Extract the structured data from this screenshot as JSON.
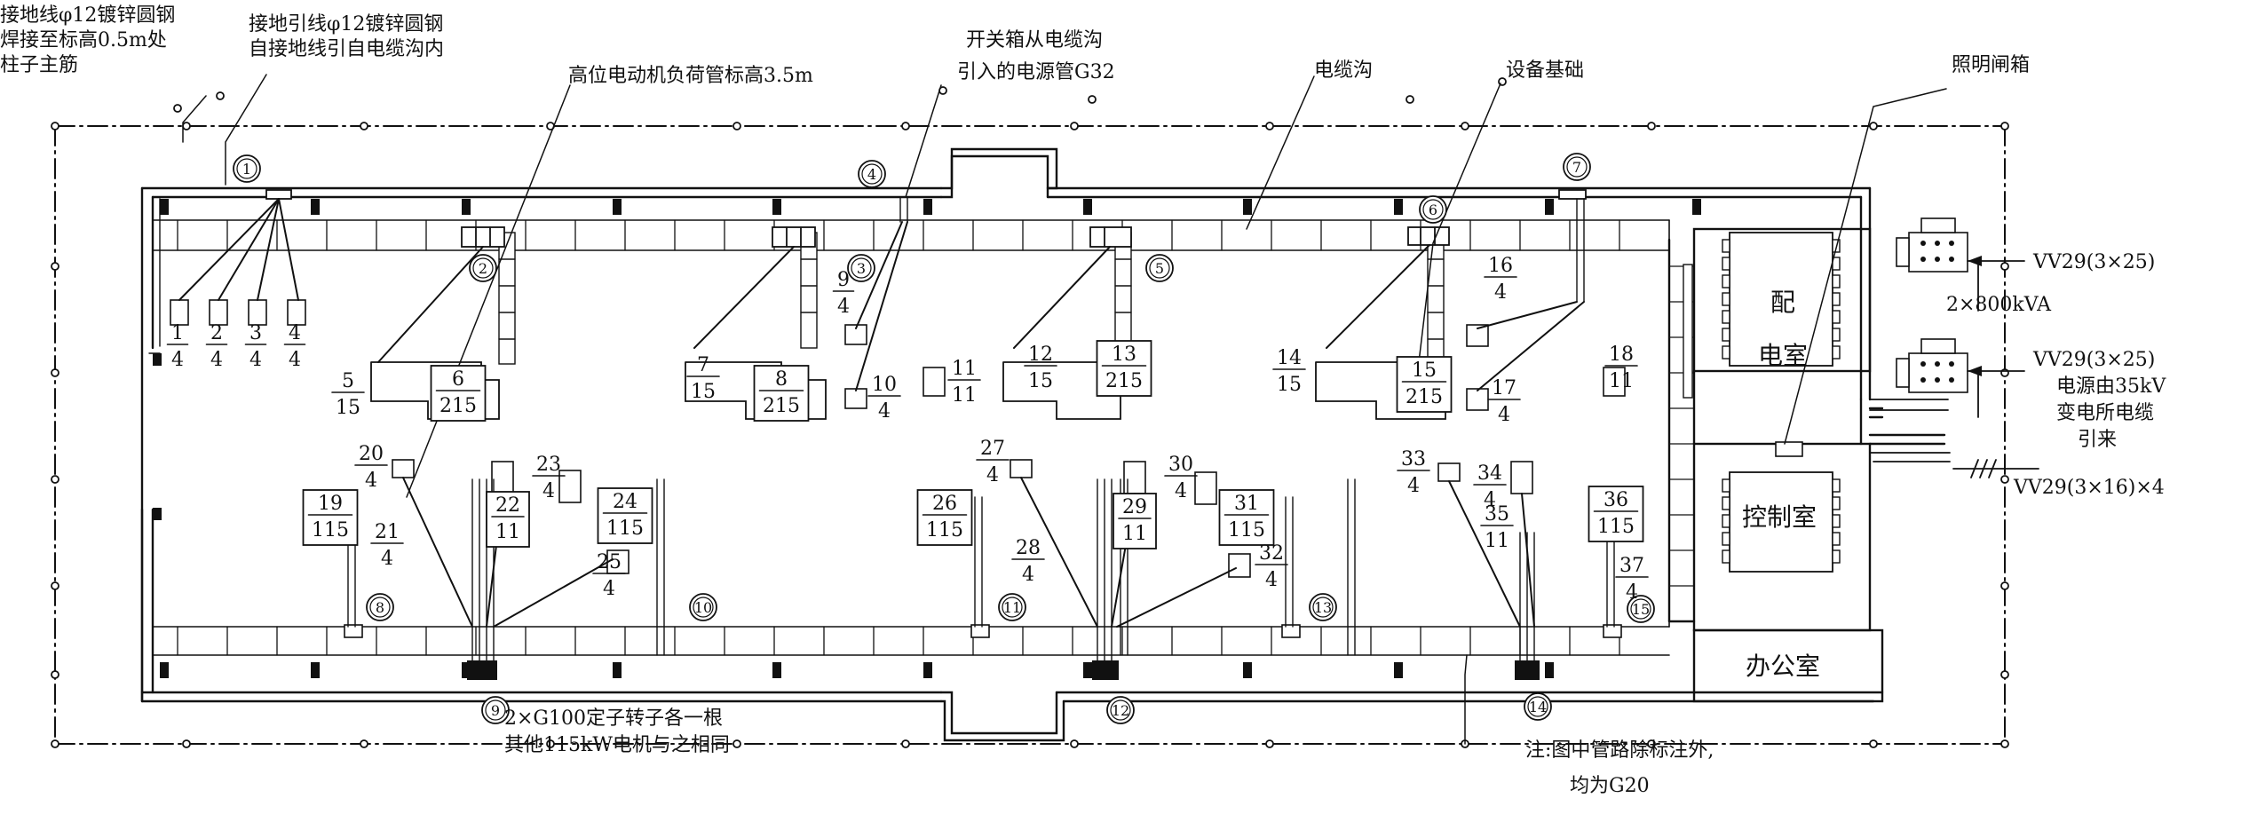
{
  "notes": {
    "ground_wire": [
      "接地线φ12镀锌圆钢",
      "焊接至标高0.5m处",
      "柱子主筋"
    ],
    "ground_lead": [
      "接地引线φ12镀锌圆钢",
      "自接地线引自电缆沟内"
    ],
    "high_motor": "高位电动机负荷管标高3.5m",
    "switch_box": [
      "开关箱从电缆沟",
      "引入的电源管G32"
    ],
    "cable_trench": "电缆沟",
    "equipment_base": "设备基础",
    "lighting_box": "照明闸箱",
    "g100": [
      "2×G100定子转子各一根",
      "其他115kW电机与之相同"
    ],
    "footnote": [
      "注:图中管路除标注外,",
      "均为G20"
    ]
  },
  "rooms": {
    "distribution_a": "配",
    "distribution_b": "电室",
    "control": "控制室",
    "office": "办公室"
  },
  "supply": {
    "cable1": "VV29(3×25)",
    "transformer": "2×800kVA",
    "cable2": "VV29(3×25)",
    "source": [
      "电源由35kV",
      "变电所电缆",
      "引来"
    ],
    "cable3": "VV29(3×16)×4"
  },
  "markers": [
    "1",
    "2",
    "3",
    "4",
    "5",
    "6",
    "7",
    "8",
    "9",
    "10",
    "11",
    "12",
    "13",
    "14",
    "15"
  ],
  "fractions": [
    {
      "n": "1",
      "d": "4"
    },
    {
      "n": "2",
      "d": "4"
    },
    {
      "n": "3",
      "d": "4"
    },
    {
      "n": "4",
      "d": "4"
    },
    {
      "n": "5",
      "d": "15"
    },
    {
      "n": "6",
      "d": "215"
    },
    {
      "n": "7",
      "d": "15"
    },
    {
      "n": "8",
      "d": "215"
    },
    {
      "n": "9",
      "d": "4"
    },
    {
      "n": "10",
      "d": "4"
    },
    {
      "n": "11",
      "d": "11"
    },
    {
      "n": "12",
      "d": "15"
    },
    {
      "n": "13",
      "d": "215"
    },
    {
      "n": "14",
      "d": "15"
    },
    {
      "n": "15",
      "d": "215"
    },
    {
      "n": "16",
      "d": "4"
    },
    {
      "n": "17",
      "d": "4"
    },
    {
      "n": "18",
      "d": "11"
    },
    {
      "n": "19",
      "d": "115"
    },
    {
      "n": "20",
      "d": "4"
    },
    {
      "n": "21",
      "d": "4"
    },
    {
      "n": "22",
      "d": "11"
    },
    {
      "n": "23",
      "d": "4"
    },
    {
      "n": "24",
      "d": "115"
    },
    {
      "n": "25",
      "d": "4"
    },
    {
      "n": "26",
      "d": "115"
    },
    {
      "n": "27",
      "d": "4"
    },
    {
      "n": "28",
      "d": "4"
    },
    {
      "n": "29",
      "d": "11"
    },
    {
      "n": "30",
      "d": "4"
    },
    {
      "n": "31",
      "d": "115"
    },
    {
      "n": "32",
      "d": "4"
    },
    {
      "n": "33",
      "d": "4"
    },
    {
      "n": "34",
      "d": "4"
    },
    {
      "n": "35",
      "d": "11"
    },
    {
      "n": "36",
      "d": "115"
    },
    {
      "n": "37",
      "d": "4"
    }
  ]
}
